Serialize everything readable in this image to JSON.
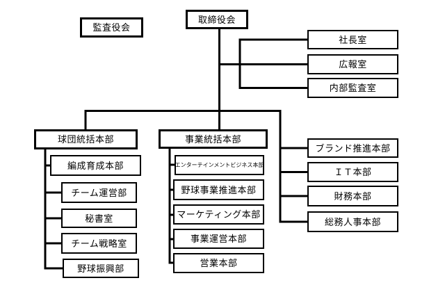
{
  "org": {
    "audit_board": "監査役会",
    "board_of_directors": "取締役会",
    "executive_offices": {
      "president_office": "社長室",
      "pr_office": "広報室",
      "internal_audit_office": "内部監査室"
    },
    "team_division": {
      "header": "球団統括本部",
      "children": [
        "編成育成本部",
        "チーム運営部",
        "秘書室",
        "チーム戦略室",
        "野球振興部"
      ]
    },
    "business_division": {
      "header": "事業統括本部",
      "children": [
        "エンターテインメントビジネス本部",
        "野球事業推進本部",
        "マーケティング本部",
        "事業運営本部",
        "営業本部"
      ]
    },
    "corporate_divisions": [
      "ブランド推進本部",
      "ＩＴ本部",
      "財務本部",
      "総務人事本部"
    ],
    "colors": {
      "background": "#ffffff",
      "line": "#000000",
      "box_fill": "#ffffff",
      "text": "#000000"
    }
  }
}
